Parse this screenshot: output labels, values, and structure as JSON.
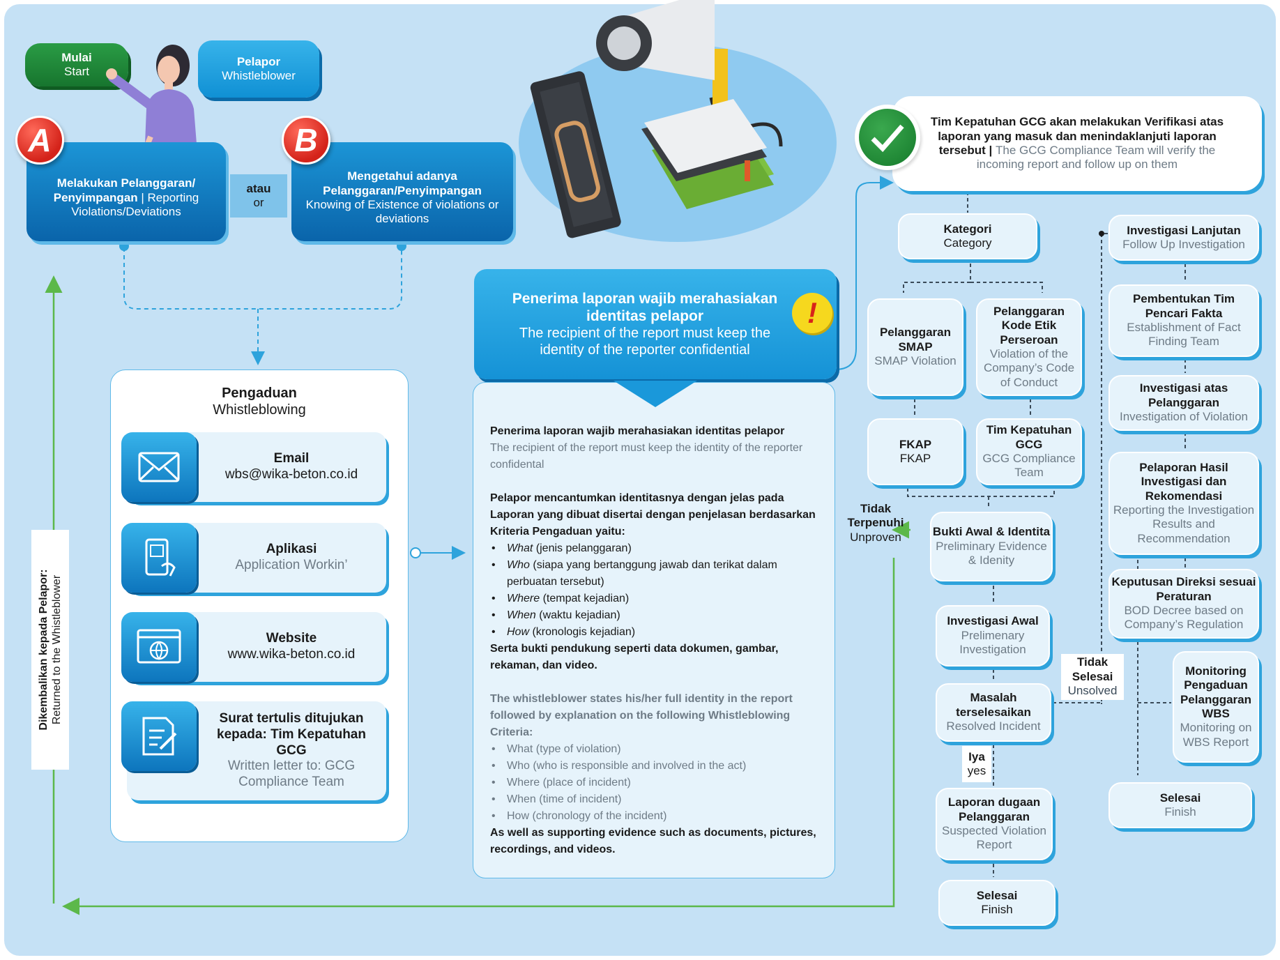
{
  "colors": {
    "panel": "#c5e1f5",
    "blue": "#0a64aa",
    "light": "#e6f3fb",
    "green": "#5cb84a",
    "start": "#1e8c3a"
  },
  "start": {
    "title": "Mulai",
    "sub": "Start"
  },
  "pelapor": {
    "title": "Pelapor",
    "sub": "Whistleblower"
  },
  "option_a": {
    "badge": "A",
    "title": "Melakukan Pelanggaran/ Penyimpangan",
    "sep": " | ",
    "sub": "Reporting Violations/Deviations"
  },
  "atau": {
    "title": "atau",
    "sub": "or"
  },
  "option_b": {
    "badge": "B",
    "title": "Mengetahui adanya Pelanggaran/Penyimpangan",
    "sub": "Knowing of Existence of violations or deviations"
  },
  "confidential": {
    "title": "Penerima laporan wajib merahasiakan identitas pelapor",
    "sub": "The recipient of the report must keep the identity of the reporter confidential",
    "warn": "!"
  },
  "complaint": {
    "title": "Pengaduan",
    "sub": "Whistleblowing",
    "channels": [
      {
        "icon": "email-icon",
        "title": "Email",
        "sub": "wbs@wika-beton.co.id"
      },
      {
        "icon": "app-icon",
        "title": "Aplikasi",
        "sub": "Application Workin’"
      },
      {
        "icon": "website-icon",
        "title": "Website",
        "sub": "www.wika-beton.co.id"
      },
      {
        "icon": "letter-icon",
        "title": "Surat tertulis ditujukan kepada: Tim Kepatuhan GCG",
        "sub": "Written letter to: GCG Compliance Team"
      }
    ]
  },
  "returned": {
    "title": "Dikembalikan kepada Pelapor:",
    "sub": "Returned to the Whistleblower"
  },
  "detail": {
    "p1_title": "Penerima laporan wajib merahasiakan identitas pelapor",
    "p1_sub": "The recipient of the report must keep the identity of the reporter confidental",
    "p2_title": "Pelapor mencantumkan identitasnya dengan jelas pada Laporan yang dibuat disertai dengan penjelasan berdasarkan Kriteria Pengaduan yaitu:",
    "id_items": [
      {
        "w": "What",
        "t": "(jenis pelanggaran)"
      },
      {
        "w": "Who",
        "t": "(siapa yang bertanggung jawab dan terikat dalam perbuatan tersebut)"
      },
      {
        "w": "Where",
        "t": "(tempat kejadian)"
      },
      {
        "w": "When",
        "t": "(waktu kejadian)"
      },
      {
        "w": "How",
        "t": "(kronologis kejadian)"
      }
    ],
    "p2_end": "Serta bukti pendukung seperti data dokumen, gambar, rekaman, dan video.",
    "p3_title": "The whistleblower states his/her full identity in the report followed by explanation on the following Whistleblowing Criteria:",
    "en_items": [
      "What (type of violation)",
      "Who (who is responsible and involved in the act)",
      "Where (place of incident)",
      "When (time of incident)",
      "How (chronology of the incident)"
    ],
    "p3_end": "As well as supporting evidence such as documents, pictures, recordings, and videos."
  },
  "verify": {
    "title": "Tim Kepatuhan GCG akan melakukan Verifikasi atas laporan yang masuk dan menindaklanjuti laporan tersebut",
    "sep": " | ",
    "sub": "The GCG Compliance Team will verify the incoming report and follow up on them"
  },
  "category": {
    "title": "Kategori",
    "sub": "Category"
  },
  "smap": {
    "title": "Pelanggaran SMAP",
    "sub": "SMAP Violation"
  },
  "code": {
    "title": "Pelanggaran Kode Etik Perseroan",
    "sub": "Violation of the Company’s Code of Conduct"
  },
  "fkap": {
    "title": "FKAP",
    "sub": "FKAP"
  },
  "gcg_team": {
    "title": "Tim Kepatuhan GCG",
    "sub": "GCG Compliance Team"
  },
  "unproven": {
    "title": "Tidak Terpenuhi",
    "sub": "Unproven"
  },
  "evidence": {
    "title": "Bukti Awal & Identita",
    "sub": "Preliminary Evidence & Idenity"
  },
  "prelim": {
    "title": "Investigasi Awal",
    "sub": "Prelimenary Investigation"
  },
  "resolved": {
    "title": "Masalah terselesaikan",
    "sub": "Resolved Incident"
  },
  "yes": {
    "title": "Iya",
    "sub": "yes"
  },
  "suspected": {
    "title": "Laporan dugaan Pelanggaran",
    "sub": "Suspected Violation Report"
  },
  "finish1": {
    "title": "Selesai",
    "sub": "Finish"
  },
  "unsolved": {
    "title": "Tidak Selesai",
    "sub": "Unsolved"
  },
  "followup": {
    "title": "Investigasi Lanjutan",
    "sub": "Follow Up Investigation"
  },
  "fact": {
    "title": "Pembentukan Tim Pencari Fakta",
    "sub": "Establishment of Fact Finding Team"
  },
  "invviol": {
    "title": "Investigasi atas Pelanggaran",
    "sub": "Investigation of Violation"
  },
  "results": {
    "title": "Pelaporan Hasil Investigasi dan Rekomendasi",
    "sub": "Reporting the Investigation Results and Recommendation"
  },
  "decree": {
    "title": "Keputusan Direksi sesuai Peraturan",
    "sub": "BOD Decree based on Company’s Regulation"
  },
  "monitoring": {
    "title": "Monitoring Pengaduan Pelanggaran WBS",
    "sub": "Monitoring on WBS Report"
  },
  "finish2": {
    "title": "Selesai",
    "sub": "Finish"
  }
}
